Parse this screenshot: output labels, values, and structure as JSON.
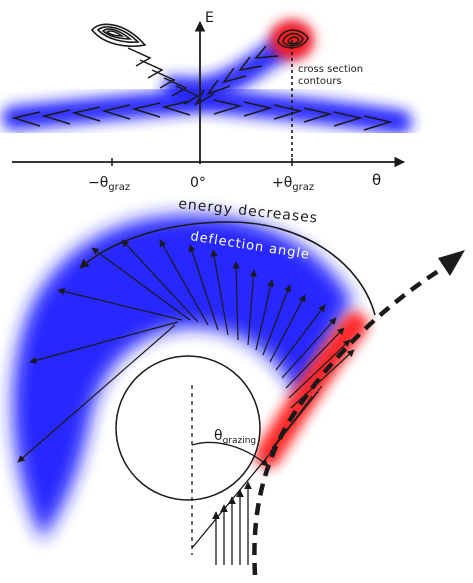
{
  "top_panel": {
    "axis_y_label": "E",
    "axis_x_label": "θ",
    "tick_neg_main": "−θ",
    "tick_neg_sub": "graz",
    "tick_zero": "0°",
    "tick_pos_main": "+θ",
    "tick_pos_sub": "graz",
    "annotation_line1": "cross section",
    "annotation_line2": "contours"
  },
  "bottom_panel": {
    "energy_label": "energy decreases",
    "deflection_label": "deflection angle",
    "theta_main": "θ",
    "theta_sub": "grazing"
  },
  "colors": {
    "blue": "#1a1aff",
    "red": "#ff1a1a",
    "ink": "#1a1a1a"
  }
}
